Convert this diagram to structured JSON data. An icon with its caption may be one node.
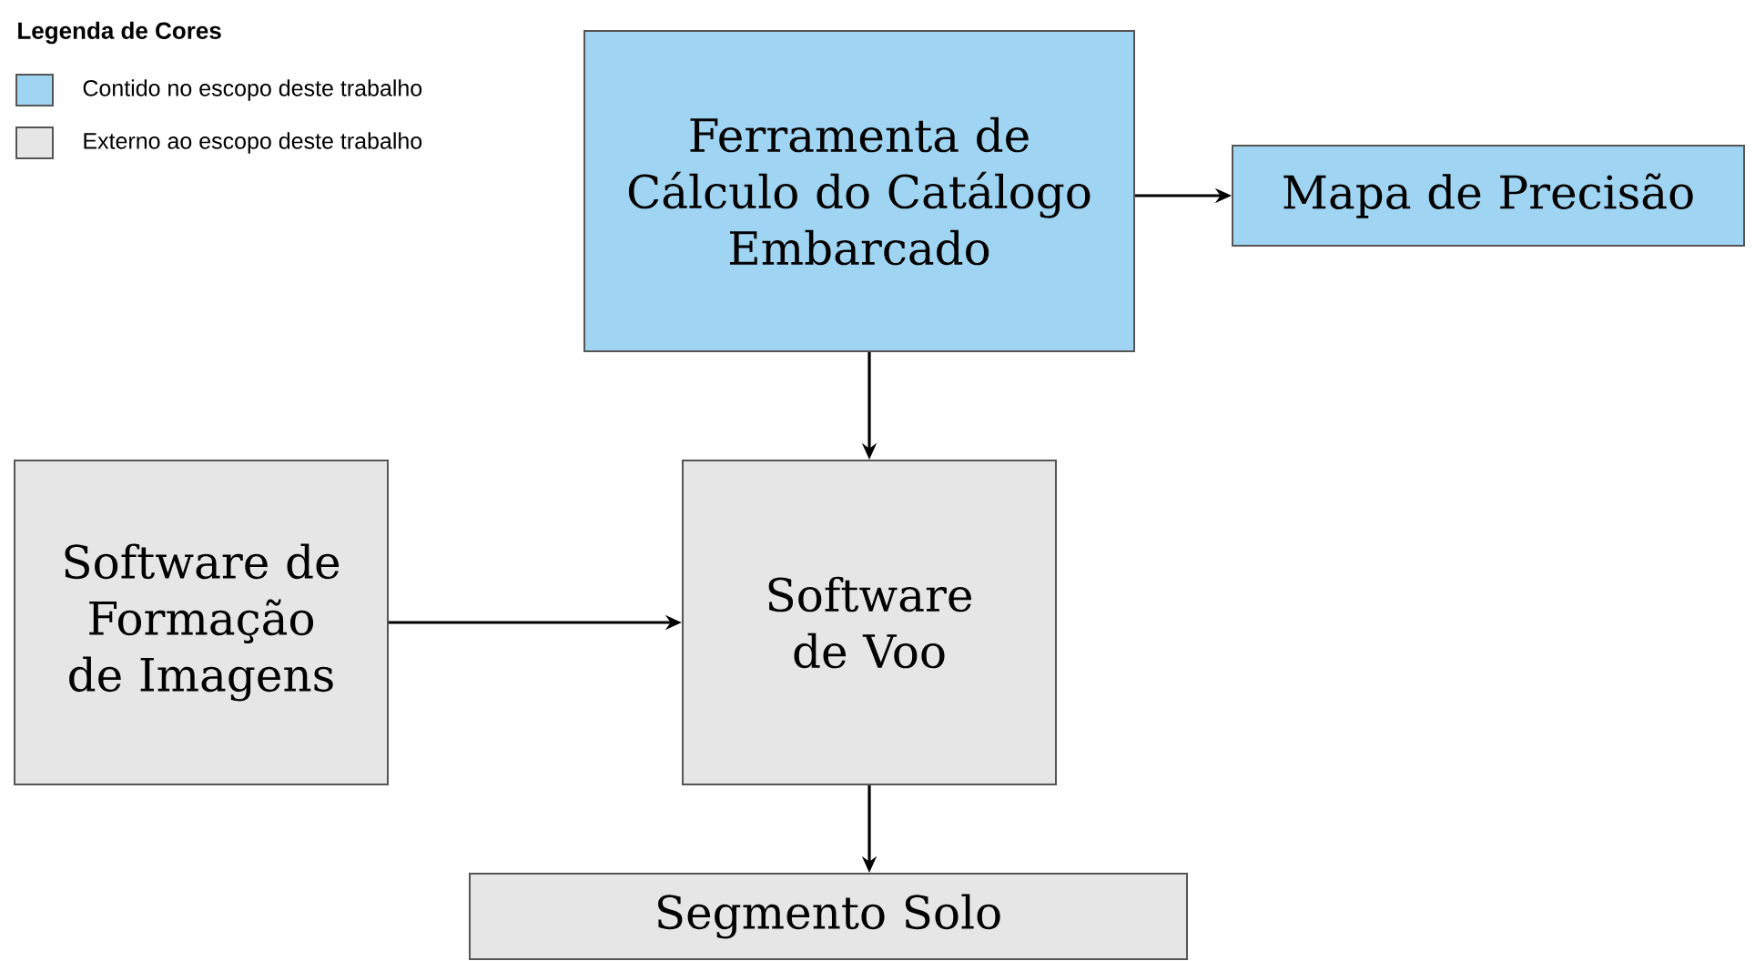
{
  "diagram": {
    "nodes": [
      {
        "text": [
          "Ferramenta de Cálculo do Catálogo Embarcado"
        ]
      },
      {
        "text": [
          "Mapa de Precisão"
        ]
      },
      {
        "text": [
          "Software de Formação de Imagens"
        ]
      },
      {
        "text": [
          "Software de Voo"
        ]
      },
      {
        "text": [
          "Segmento Solo"
        ]
      }
    ],
    "edges": [
      {
        "from": 0,
        "to": 1,
        "arrow": "to"
      },
      {
        "from": 0,
        "to": 3,
        "arrow": "to"
      },
      {
        "from": 2,
        "to": 3,
        "arrow": "to"
      },
      {
        "from": 3,
        "to": 4,
        "arrow": "to"
      }
    ],
    "labels": [
      "Legenda de Cores"
    ],
    "legend": [
      {
        "text": "Contido no escopo deste trabalho",
        "color": "#9fd4f2"
      },
      {
        "text": "Externo ao escopo deste trabalho",
        "color": "#e6e6e6"
      }
    ]
  }
}
